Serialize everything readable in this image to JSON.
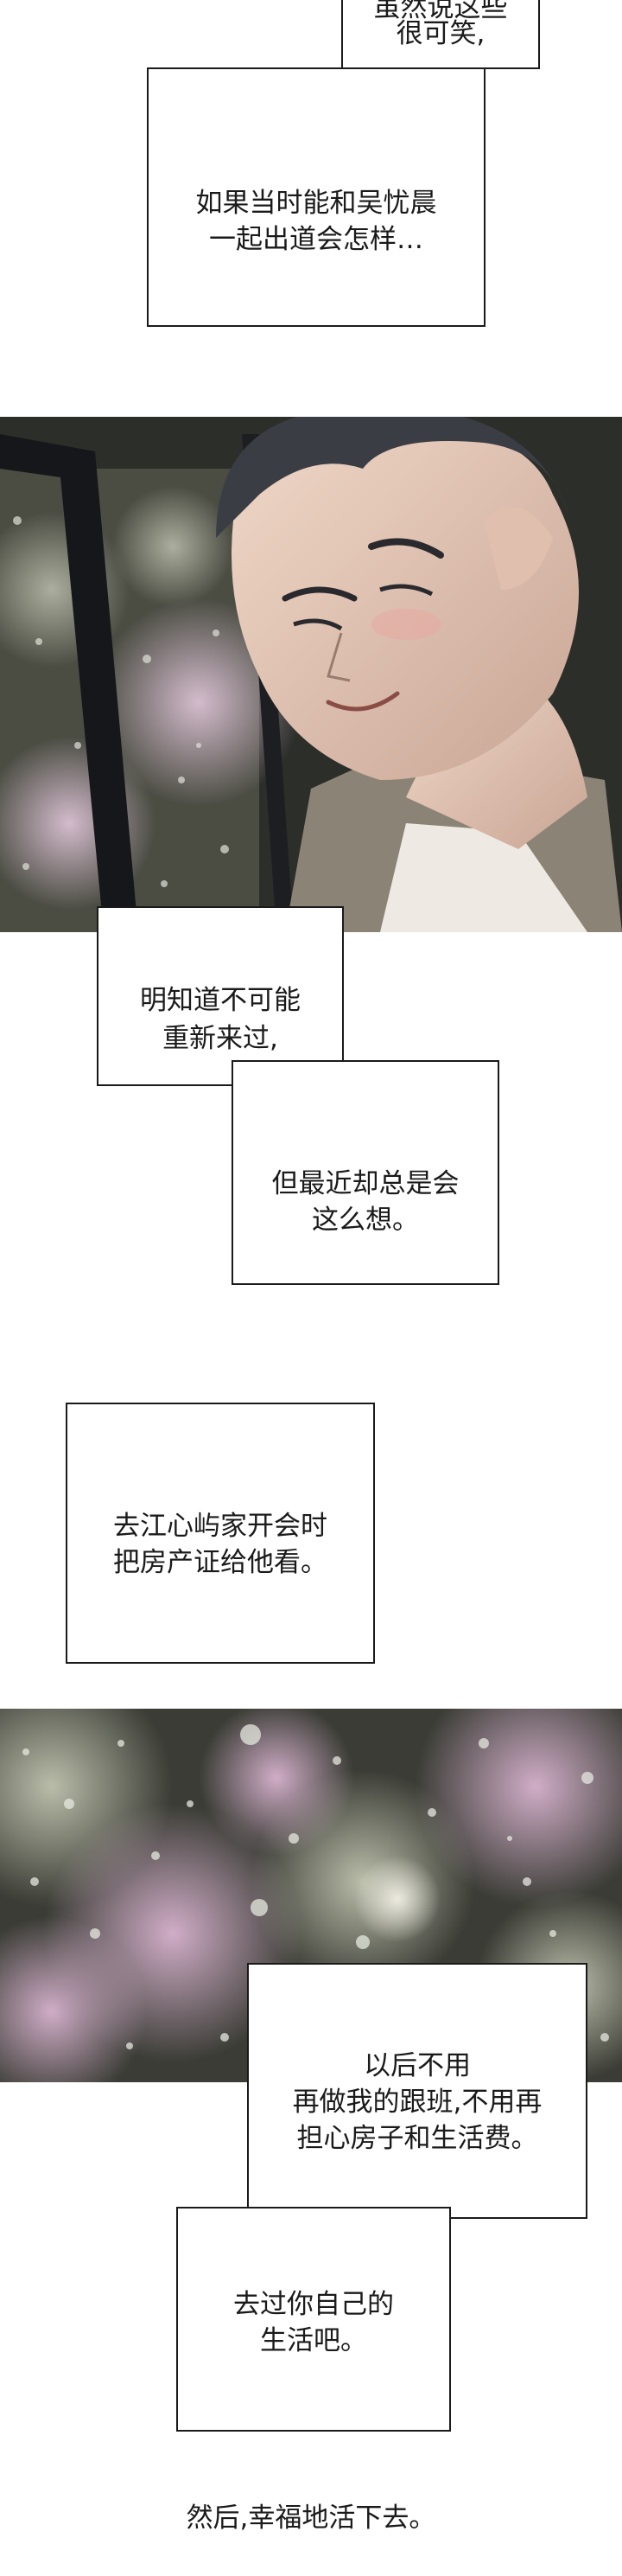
{
  "captions": {
    "top_partial": "虽然说这些",
    "top_line2": "很可笑,",
    "wish_line1": "如果当时能和吴忧晨",
    "wish_line2": "一起出道会怎样…",
    "knowing_line1": "明知道不可能",
    "knowing_line2": "重新来过,",
    "recently_line1": "但最近却总是会",
    "recently_line2": "这么想。",
    "plan_line1": "去江心屿家开会时",
    "plan_line2": "把房产证给他看。",
    "no_more_line1": "以后不用",
    "no_more_line2": "再做我的跟班,不用再",
    "no_more_line3": "担心房子和生活费。",
    "live_line1": "去过你自己的",
    "live_line2": "生活吧。",
    "final": "然后,幸福地活下去。"
  },
  "colors": {
    "ink": "#1a1a1a",
    "paper": "#ffffff",
    "night_dark": "#2c2e2a",
    "bokeh_pink": "#c9a6bd",
    "bokeh_green": "#7f8a6c",
    "skin": "#e4c4b4",
    "hair": "#3b3d44"
  }
}
